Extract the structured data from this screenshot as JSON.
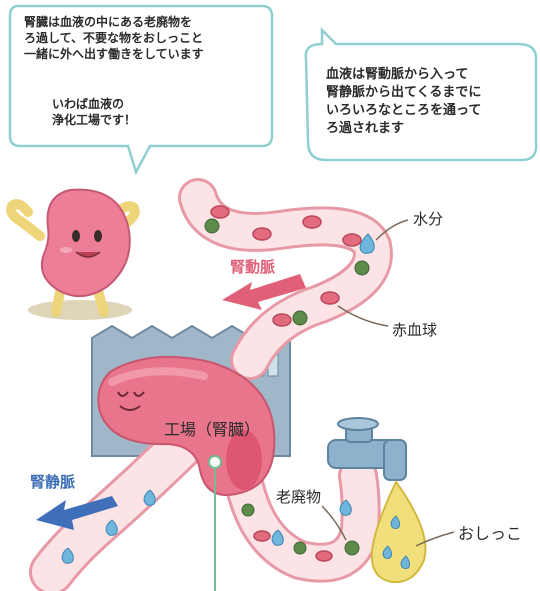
{
  "bubble_left": {
    "text": "腎臓は血液の中にある老廃物を\nろ過して、不要な物をおしっこと\n一緒に外へ出す働きをしています",
    "subtext": "いわば血液の\n浄化工場です！"
  },
  "bubble_right": {
    "text": "血液は腎動脈から入って\n腎静脈から出てくるまでに\nいろいろなところを通って\nろ過されます"
  },
  "labels": {
    "water": "水分",
    "red_blood_cell": "赤血球",
    "renal_artery": "腎動脈",
    "renal_vein": "腎静脈",
    "factory": "工場（腎臓）",
    "waste": "老廃物",
    "urine": "おしっこ"
  },
  "colors": {
    "bubble_border": "#8fcfd0",
    "vessel_fill": "#fbe3e6",
    "vessel_edge": "#e79aa6",
    "kidney_pink": "#e9758d",
    "factory_gray": "#9fb7c8",
    "artery_arrow": "#e0607a",
    "vein_arrow": "#3e6fb8",
    "waste_green": "#5c8b4a",
    "water_blue": "#6fb6dd",
    "urine_yellow": "#f1df7c",
    "faucet_blue": "#8eb1cc"
  }
}
